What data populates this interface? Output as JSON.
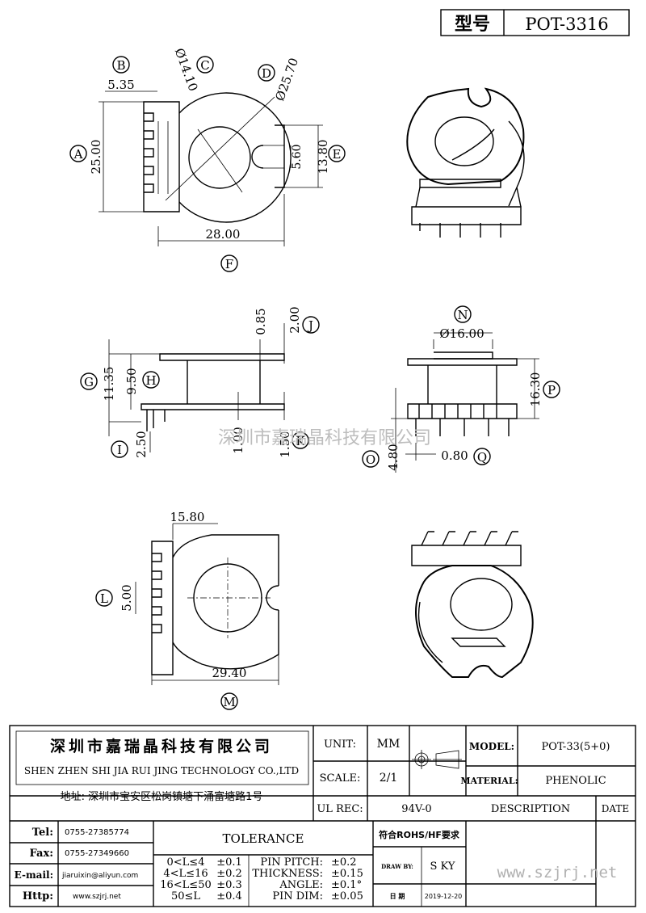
{
  "header": {
    "type_label": "型号",
    "model_value": "POT-3316"
  },
  "callouts": {
    "A": "A",
    "B": "B",
    "C": "C",
    "D": "D",
    "E": "E",
    "F": "F",
    "G": "G",
    "H": "H",
    "I": "I",
    "J": "J",
    "K": "K",
    "L": "L",
    "M": "M",
    "N": "N",
    "O": "O",
    "P": "P",
    "Q": "Q"
  },
  "dimensions": {
    "a": "25.00",
    "b": "5.35",
    "c": "Ø14.10",
    "d": "Ø25.70",
    "e": "13.80",
    "e2": "5.60",
    "f": "28.00",
    "g": "11.35",
    "h": "9.50",
    "i": "2.50",
    "j1": "0.85",
    "j2": "2.00",
    "k1": "1.00",
    "k2": "1.50",
    "n": "Ø16.00",
    "p": "16.30",
    "o": "4.80",
    "q": "0.80",
    "l": "5.00",
    "top_w": "15.80",
    "m": "29.40"
  },
  "watermark": "深圳市嘉瑞晶科技有限公司",
  "title_block": {
    "company_cn": "深圳市嘉瑞晶科技有限公司",
    "company_en": "SHEN ZHEN SHI  JIA RUI JING  TECHNOLOGY CO.,LTD",
    "address": "地址: 深圳市宝安区松岗镇塘下涌富塘路1号",
    "unit_label": "UNIT:",
    "unit_value": "MM",
    "scale_label": "SCALE:",
    "scale_value": "2/1",
    "ul_label": "UL REC:",
    "ul_value": "94V-0",
    "model_label": "MODEL:",
    "model_value": "POT-33(5+0)",
    "material_label": "MATERIAL:",
    "material_value": "PHENOLIC",
    "description_label": "DESCRIPTION",
    "date_label": "DATE",
    "tel_label": "Tel:",
    "tel_value": "0755-27385774",
    "fax_label": "Fax:",
    "fax_value": "0755-27349660",
    "email_label": "E-mail:",
    "email_value": "jiaruixin@aliyun.com",
    "http_label": "Http:",
    "http_value": "www.szjrj.net",
    "tolerance_label": "TOLERANCE",
    "tol_rows": [
      {
        "range": "0<L≤4",
        "tol": "±0.1",
        "name": "PIN PITCH:",
        "val": "±0.2"
      },
      {
        "range": "4<L≤16",
        "tol": "±0.2",
        "name": "THICKNESS:",
        "val": "±0.15"
      },
      {
        "range": "16<L≤50",
        "tol": "±0.3",
        "name": "ANGLE:",
        "val": "±0.1°"
      },
      {
        "range": "50≤L",
        "tol": "±0.4",
        "name": "PIN DIM:",
        "val": "±0.05"
      }
    ],
    "rohs": "符合ROHS/HF要求",
    "draw_label": "DRAW BY:",
    "draw_value": "S KY",
    "date_cn_label": "日 期",
    "date_value": "2019-12-20",
    "website": "www.szjrj.net"
  }
}
